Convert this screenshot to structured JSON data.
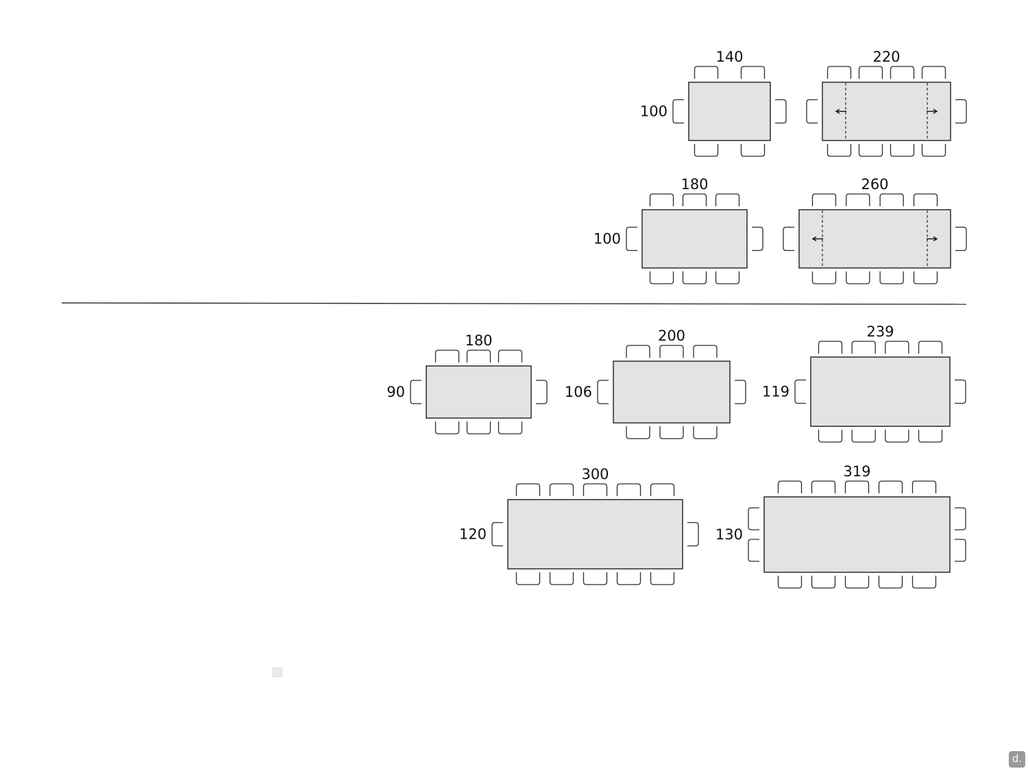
{
  "sections": {
    "extendable": [
      {
        "id": "ext-140-220",
        "closed": {
          "length": "140",
          "width": "100"
        },
        "extended": {
          "length": "220"
        }
      },
      {
        "id": "ext-180-260",
        "closed": {
          "length": "180",
          "width": "100"
        },
        "extended": {
          "length": "260"
        }
      }
    ],
    "fixed": [
      {
        "id": "fix-180",
        "length": "180",
        "width": "90"
      },
      {
        "id": "fix-200",
        "length": "200",
        "width": "106"
      },
      {
        "id": "fix-239",
        "length": "239",
        "width": "119"
      },
      {
        "id": "fix-300",
        "length": "300",
        "width": "120"
      },
      {
        "id": "fix-319",
        "length": "319",
        "width": "130"
      }
    ]
  },
  "badge": {
    "label": "d."
  },
  "colors": {
    "table_fill": "#e3e3e3",
    "outline": "#2b2b2b",
    "badge": "#9a9a9a"
  }
}
